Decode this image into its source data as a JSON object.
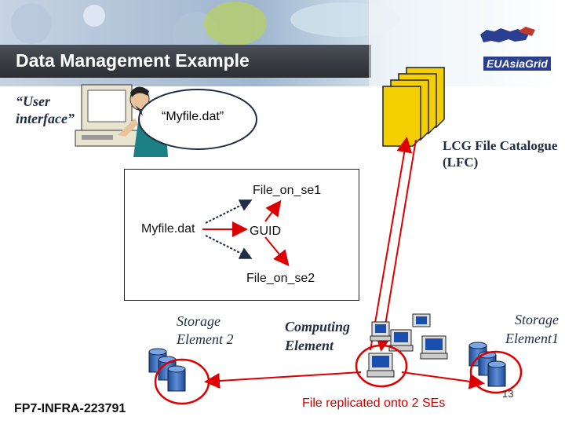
{
  "title": "Data Management Example",
  "user_interface_label": "“User interface”",
  "bubble_text": "“Myfile.dat”",
  "lfc_label": "LCG File Catalogue (LFC)",
  "mapping": {
    "logical_name": "Myfile.dat",
    "guid": "GUID",
    "replica_1": "File_on_se1",
    "replica_2": "File_on_se2"
  },
  "storage_element_2": "Storage Element 2",
  "computing_element": "Computing Element",
  "storage_element_1": "Storage Element1",
  "replication_note": "File replicated onto 2 SEs",
  "footer_project": "FP7-INFRA-223791",
  "page_number": "13",
  "logo_text": "EUAsiaGrid",
  "colors": {
    "title_bar": "#2b2e33",
    "label_text": "#1f2d46",
    "arrow_red": "#dd0000",
    "document_yellow": "#f4cf00",
    "disk_blue": "#2f62b8"
  }
}
